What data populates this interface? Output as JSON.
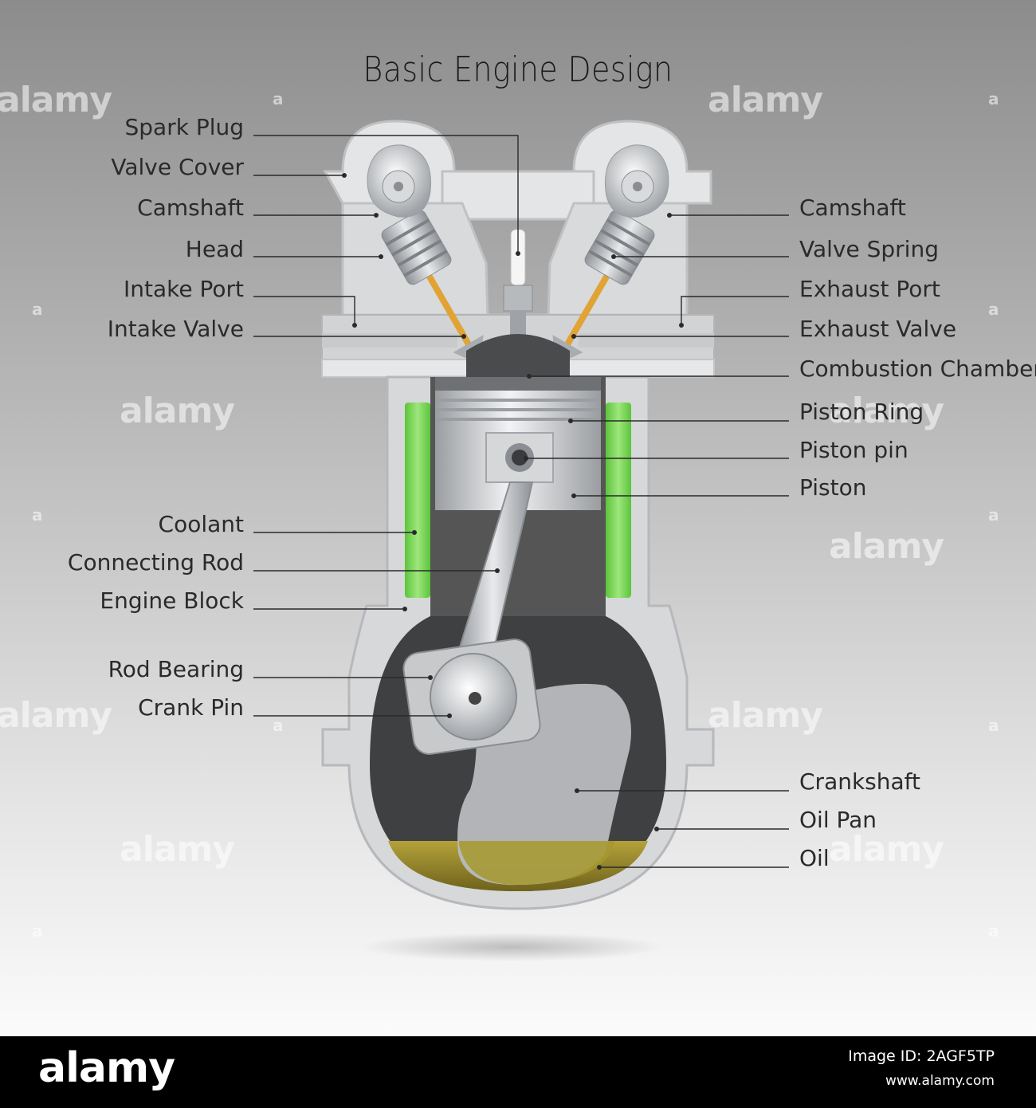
{
  "title": "Basic Engine Design",
  "labels_left": [
    {
      "id": "spark-plug",
      "text": "Spark Plug"
    },
    {
      "id": "valve-cover",
      "text": "Valve Cover"
    },
    {
      "id": "camshaft-left",
      "text": "Camshaft"
    },
    {
      "id": "head",
      "text": "Head"
    },
    {
      "id": "intake-port",
      "text": "Intake Port"
    },
    {
      "id": "intake-valve",
      "text": "Intake Valve"
    },
    {
      "id": "coolant",
      "text": "Coolant"
    },
    {
      "id": "connecting-rod",
      "text": "Connecting Rod"
    },
    {
      "id": "engine-block",
      "text": "Engine Block"
    },
    {
      "id": "rod-bearing",
      "text": "Rod Bearing"
    },
    {
      "id": "crank-pin",
      "text": "Crank Pin"
    }
  ],
  "labels_right": [
    {
      "id": "camshaft-right",
      "text": "Camshaft"
    },
    {
      "id": "valve-spring",
      "text": "Valve Spring"
    },
    {
      "id": "exhaust-port",
      "text": "Exhaust Port"
    },
    {
      "id": "exhaust-valve",
      "text": "Exhaust Valve"
    },
    {
      "id": "combustion-chamber",
      "text": "Combustion Chamber"
    },
    {
      "id": "piston-ring",
      "text": "Piston Ring"
    },
    {
      "id": "piston-pin",
      "text": "Piston pin"
    },
    {
      "id": "piston",
      "text": "Piston"
    },
    {
      "id": "crankshaft",
      "text": "Crankshaft"
    },
    {
      "id": "oil-pan",
      "text": "Oil Pan"
    },
    {
      "id": "oil",
      "text": "Oil"
    }
  ],
  "watermark": {
    "text": "alamy",
    "mark": "a"
  },
  "footer": {
    "logo": "alamy",
    "image_id": "Image ID: 2AGF5TP",
    "url": "www.alamy.com"
  },
  "colors": {
    "coolant": "#7fd65a",
    "oil": "#9a8a2a",
    "metal": "#b9bcbf",
    "dark_cavity": "#3a3a3a"
  }
}
